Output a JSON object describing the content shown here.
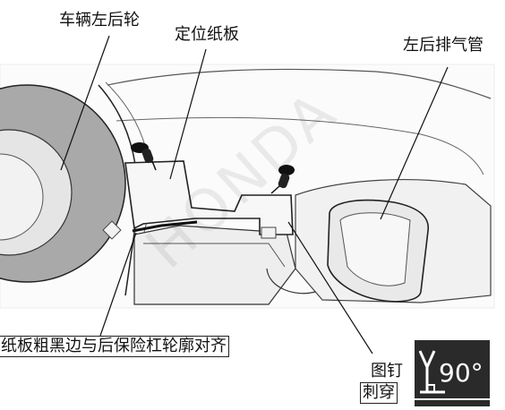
{
  "labels": {
    "rear_wheel": "车辆左后轮",
    "template": "定位纸板",
    "exhaust": "左后排气管",
    "align_note": "纸板粗黑边与后保险杠轮廓对齐",
    "pin_line1": "图钉",
    "pin_line2": "刺穿"
  },
  "watermark": "HONDA",
  "angle_symbol": {
    "value": "90°",
    "icon": "pierce-90-degree-icon"
  },
  "colors": {
    "line": "#111111",
    "panel_fill": "#f4f4f4",
    "symbol_bg": "#2a2a2a"
  }
}
